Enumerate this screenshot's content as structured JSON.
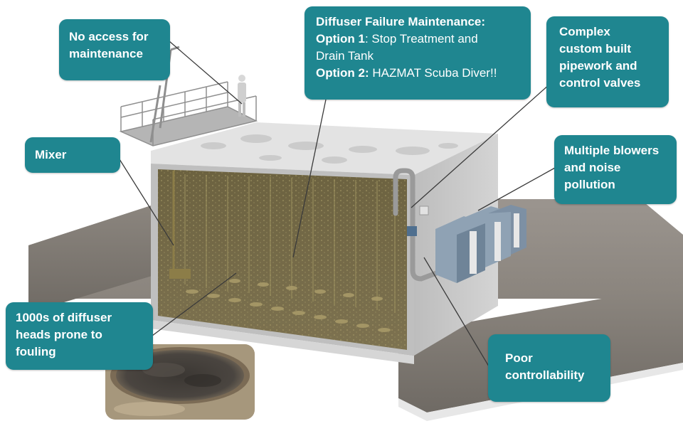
{
  "callouts": {
    "access": {
      "lines": [
        "No access for",
        "maintenance"
      ]
    },
    "mixer": {
      "lines": [
        "Mixer"
      ]
    },
    "diffuser_maintenance": {
      "heading": "Diffuser Failure Maintenance:",
      "option1_label": "Option 1",
      "option1_text": ": Stop Treatment and",
      "option1_text2": "Drain Tank",
      "option2_label": "Option 2:",
      "option2_text": " HAZMAT Scuba Diver!!"
    },
    "pipework": {
      "lines": [
        "Complex",
        "custom built",
        "pipework and",
        "control valves"
      ]
    },
    "blowers": {
      "lines": [
        "Multiple blowers",
        "and noise",
        "pollution"
      ]
    },
    "fouling": {
      "lines": [
        "1000s of diffuser",
        "heads prone to",
        "fouling"
      ]
    },
    "control": {
      "lines": [
        "Poor",
        "controllability"
      ]
    }
  },
  "colors": {
    "callout_bg": "#1f8690",
    "concrete": "#a9a39c",
    "tank_wall": "#c9c9c9",
    "water": "#6f6342"
  }
}
